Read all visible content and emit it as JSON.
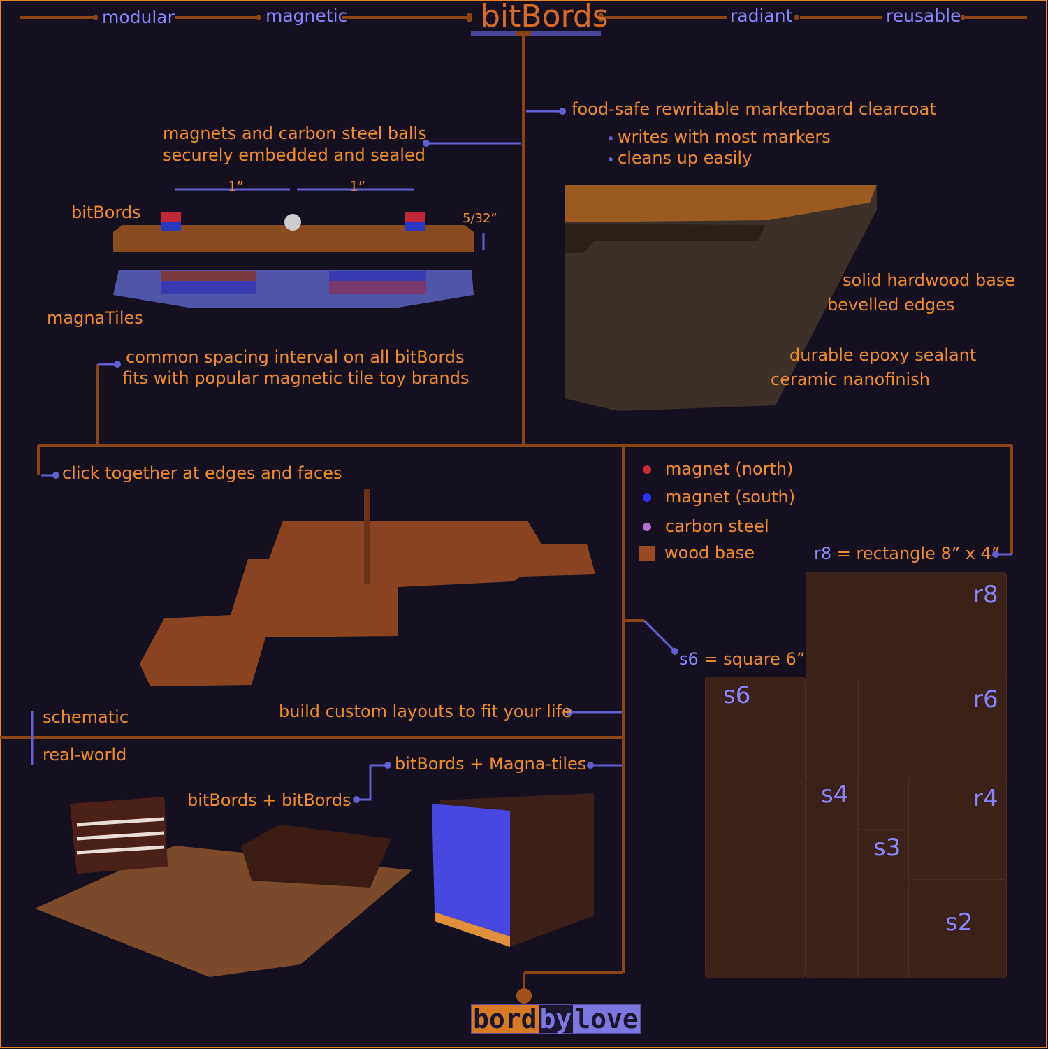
{
  "header": {
    "title": "bitBords",
    "features": [
      "modular",
      "magnetic",
      "radiant",
      "reusable"
    ]
  },
  "top_left": {
    "embed_note_1": "magnets and carbon steel balls",
    "embed_note_2": "securely embedded and sealed",
    "dim_spacing_1": "1”",
    "dim_spacing_2": "1”",
    "dim_thickness": "5/32”",
    "label_bitbords": "bitBords",
    "label_magnatiles": "magnaTiles",
    "spacing_note_1": "common spacing interval on all bitBords",
    "spacing_note_2": "fits with popular magnetic tile toy brands"
  },
  "top_right": {
    "clearcoat": "food-safe rewritable markerboard clearcoat",
    "bullets": [
      "writes with most markers",
      "cleans up easily"
    ],
    "callouts": [
      "solid hardwood base",
      "bevelled edges",
      "durable epoxy sealant",
      "ceramic nanofinish"
    ]
  },
  "middle_left": {
    "click_note": "click together at edges and faces",
    "build_note": "build custom layouts to fit your life",
    "toggle_schematic": "schematic",
    "toggle_realworld": "real-world"
  },
  "legend": {
    "items": [
      {
        "label": "magnet (north)",
        "color": "#d0283a"
      },
      {
        "label": "magnet (south)",
        "color": "#3030ff"
      },
      {
        "label": "carbon steel",
        "color": "#b070d0"
      },
      {
        "label": "wood base",
        "color": "#9a4a20"
      }
    ],
    "r8_def_key": "r8",
    "r8_def": "= rectangle 8” x 4”",
    "s6_def_key": "s6",
    "s6_def": "= square 6”"
  },
  "boards": [
    "r8",
    "s6",
    "r6",
    "s4",
    "r4",
    "s3",
    "s2"
  ],
  "bottom": {
    "bitbords_bitbords": "bitBords + bitBords",
    "bitbords_magnatiles": "bitBords + Magna-tiles"
  },
  "logo": {
    "parts": [
      "bord",
      "by",
      "love"
    ]
  }
}
